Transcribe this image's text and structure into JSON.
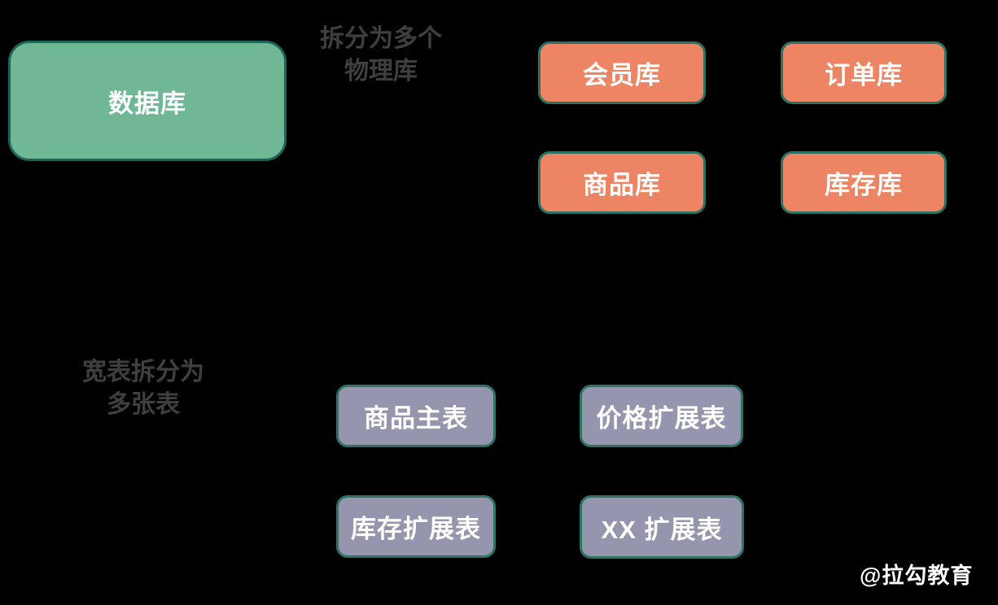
{
  "diagram": {
    "source_node": {
      "label": "数据库"
    },
    "annotations": {
      "db_split": "拆分为多个\n物理库",
      "table_split": "宽表拆分为\n多张表"
    },
    "physical_dbs": [
      {
        "label": "会员库"
      },
      {
        "label": "订单库"
      },
      {
        "label": "商品库"
      },
      {
        "label": "库存库"
      }
    ],
    "tables": [
      {
        "label": "商品主表"
      },
      {
        "label": "价格扩展表"
      },
      {
        "label": "库存扩展表"
      },
      {
        "label": "XX 扩展表"
      }
    ],
    "watermark": "@拉勾教育"
  },
  "colors": {
    "bg": "#000000",
    "green_fill": "#6fb795",
    "green_border": "#1e6557",
    "orange_fill": "#ed8565",
    "orange_border": "#2a7264",
    "purple_fill": "#9596ad",
    "purple_border": "#2d7467",
    "label_text": "#3f3f3f",
    "node_text": "#ffffff"
  }
}
